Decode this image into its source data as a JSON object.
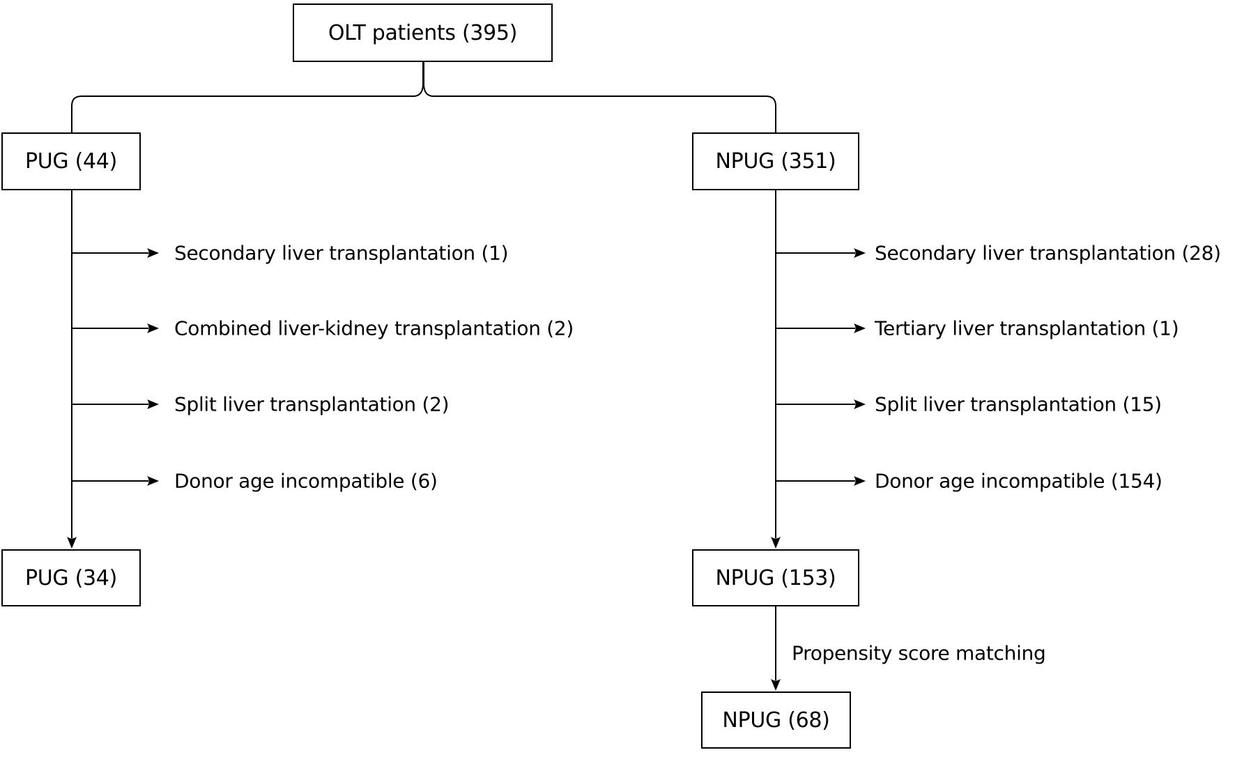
{
  "diagram": {
    "title": "OLT patient selection flowchart",
    "background_color": "#ffffff",
    "line_color": "#000000",
    "nodes": {
      "olt": {
        "label": "OLT patients (395)"
      },
      "pug_initial": {
        "label": "PUG (44)"
      },
      "npug_initial": {
        "label": "NPUG (351)"
      },
      "pug_after_exclusion": {
        "label": "PUG (34)"
      },
      "npug_after_exclusion": {
        "label": "NPUG (153)"
      },
      "npug_matched": {
        "label": "NPUG (68)"
      }
    },
    "pug_exclusions": [
      {
        "label": "Secondary liver transplantation (1)"
      },
      {
        "label": "Combined liver-kidney transplantation (2)"
      },
      {
        "label": "Split liver transplantation (2)"
      },
      {
        "label": "Donor age incompatible (6)"
      }
    ],
    "npug_exclusions": [
      {
        "label": "Secondary liver transplantation (28)"
      },
      {
        "label": "Tertiary liver transplantation (1)"
      },
      {
        "label": "Split liver transplantation (15)"
      },
      {
        "label": "Donor age incompatible (154)"
      }
    ],
    "annotation": {
      "label": "Propensity score matching"
    }
  }
}
